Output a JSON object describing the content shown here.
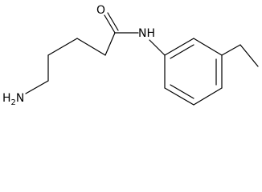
{
  "molecule": {
    "atoms": {
      "oxygen": "O",
      "amide_nitrogen": "NH",
      "amine_group": "H2N",
      "amine_h": "H",
      "amine_sub": "2",
      "amine_n": "N"
    }
  }
}
